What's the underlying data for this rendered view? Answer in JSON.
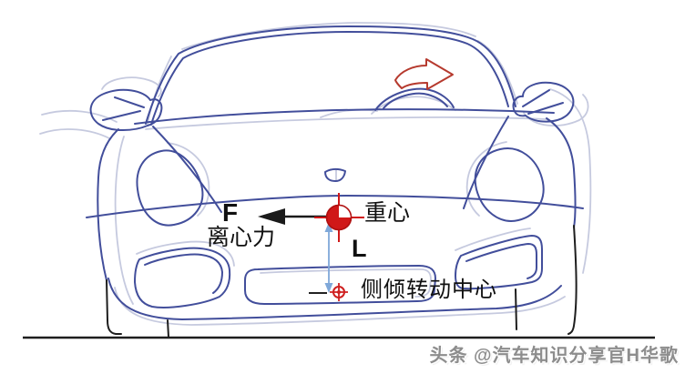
{
  "diagram": {
    "subject": "car-front-view-roll-dynamics-sketch",
    "labels": {
      "force_symbol": "F",
      "force_name": "离心力",
      "center_of_gravity": "重心",
      "lever_arm": "L",
      "roll_center": "侧倾转动中心"
    },
    "watermark": "头条 @汽车知识分享官H华歌",
    "markers": {
      "center_of_gravity_marker": "red crosshair circle with white quadrant",
      "roll_center_marker": "small red crosshair target",
      "force_arrow": "black arrow pointing left from center of gravity",
      "dimension_line": "vertical double-headed arrow labeled L",
      "rotation_arrow": "red curved arrow over windshield"
    },
    "colors": {
      "sketch_line": "#424e9b",
      "sketch_echo": "#c6cadf",
      "annotation_red": "#d01818",
      "rotation_arrow_red": "#b63a2e",
      "dimension_blue": "#7fa8d9",
      "text_black": "#101010",
      "watermark_gray": "#8d8d8d",
      "ground_black": "#1e1e1e",
      "background": "#ffffff"
    }
  }
}
